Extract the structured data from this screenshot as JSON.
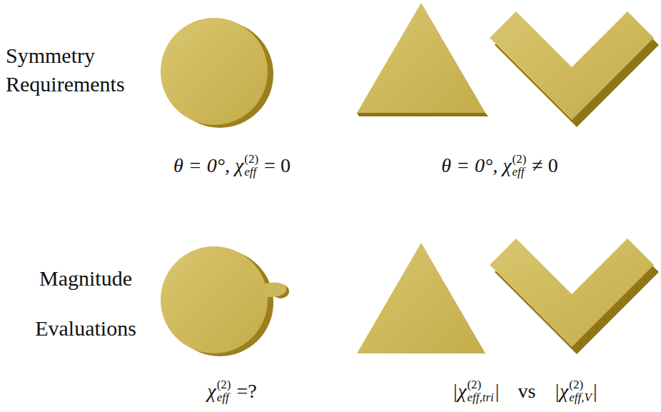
{
  "diagram": {
    "labels": [
      "Symmetry Requirements",
      "θ = 0°, χ",
      "(2)",
      "eff",
      "= 0",
      "θ = 0°, χ",
      "(2)",
      "eff",
      "≠ 0",
      "Magnitude Evaluations",
      "χ",
      "(2)",
      "eff",
      "=?",
      "|χ",
      "(2)",
      "eff,tri",
      "|",
      "vs",
      "|χ",
      "(2)",
      "eff,V",
      "|"
    ]
  }
}
